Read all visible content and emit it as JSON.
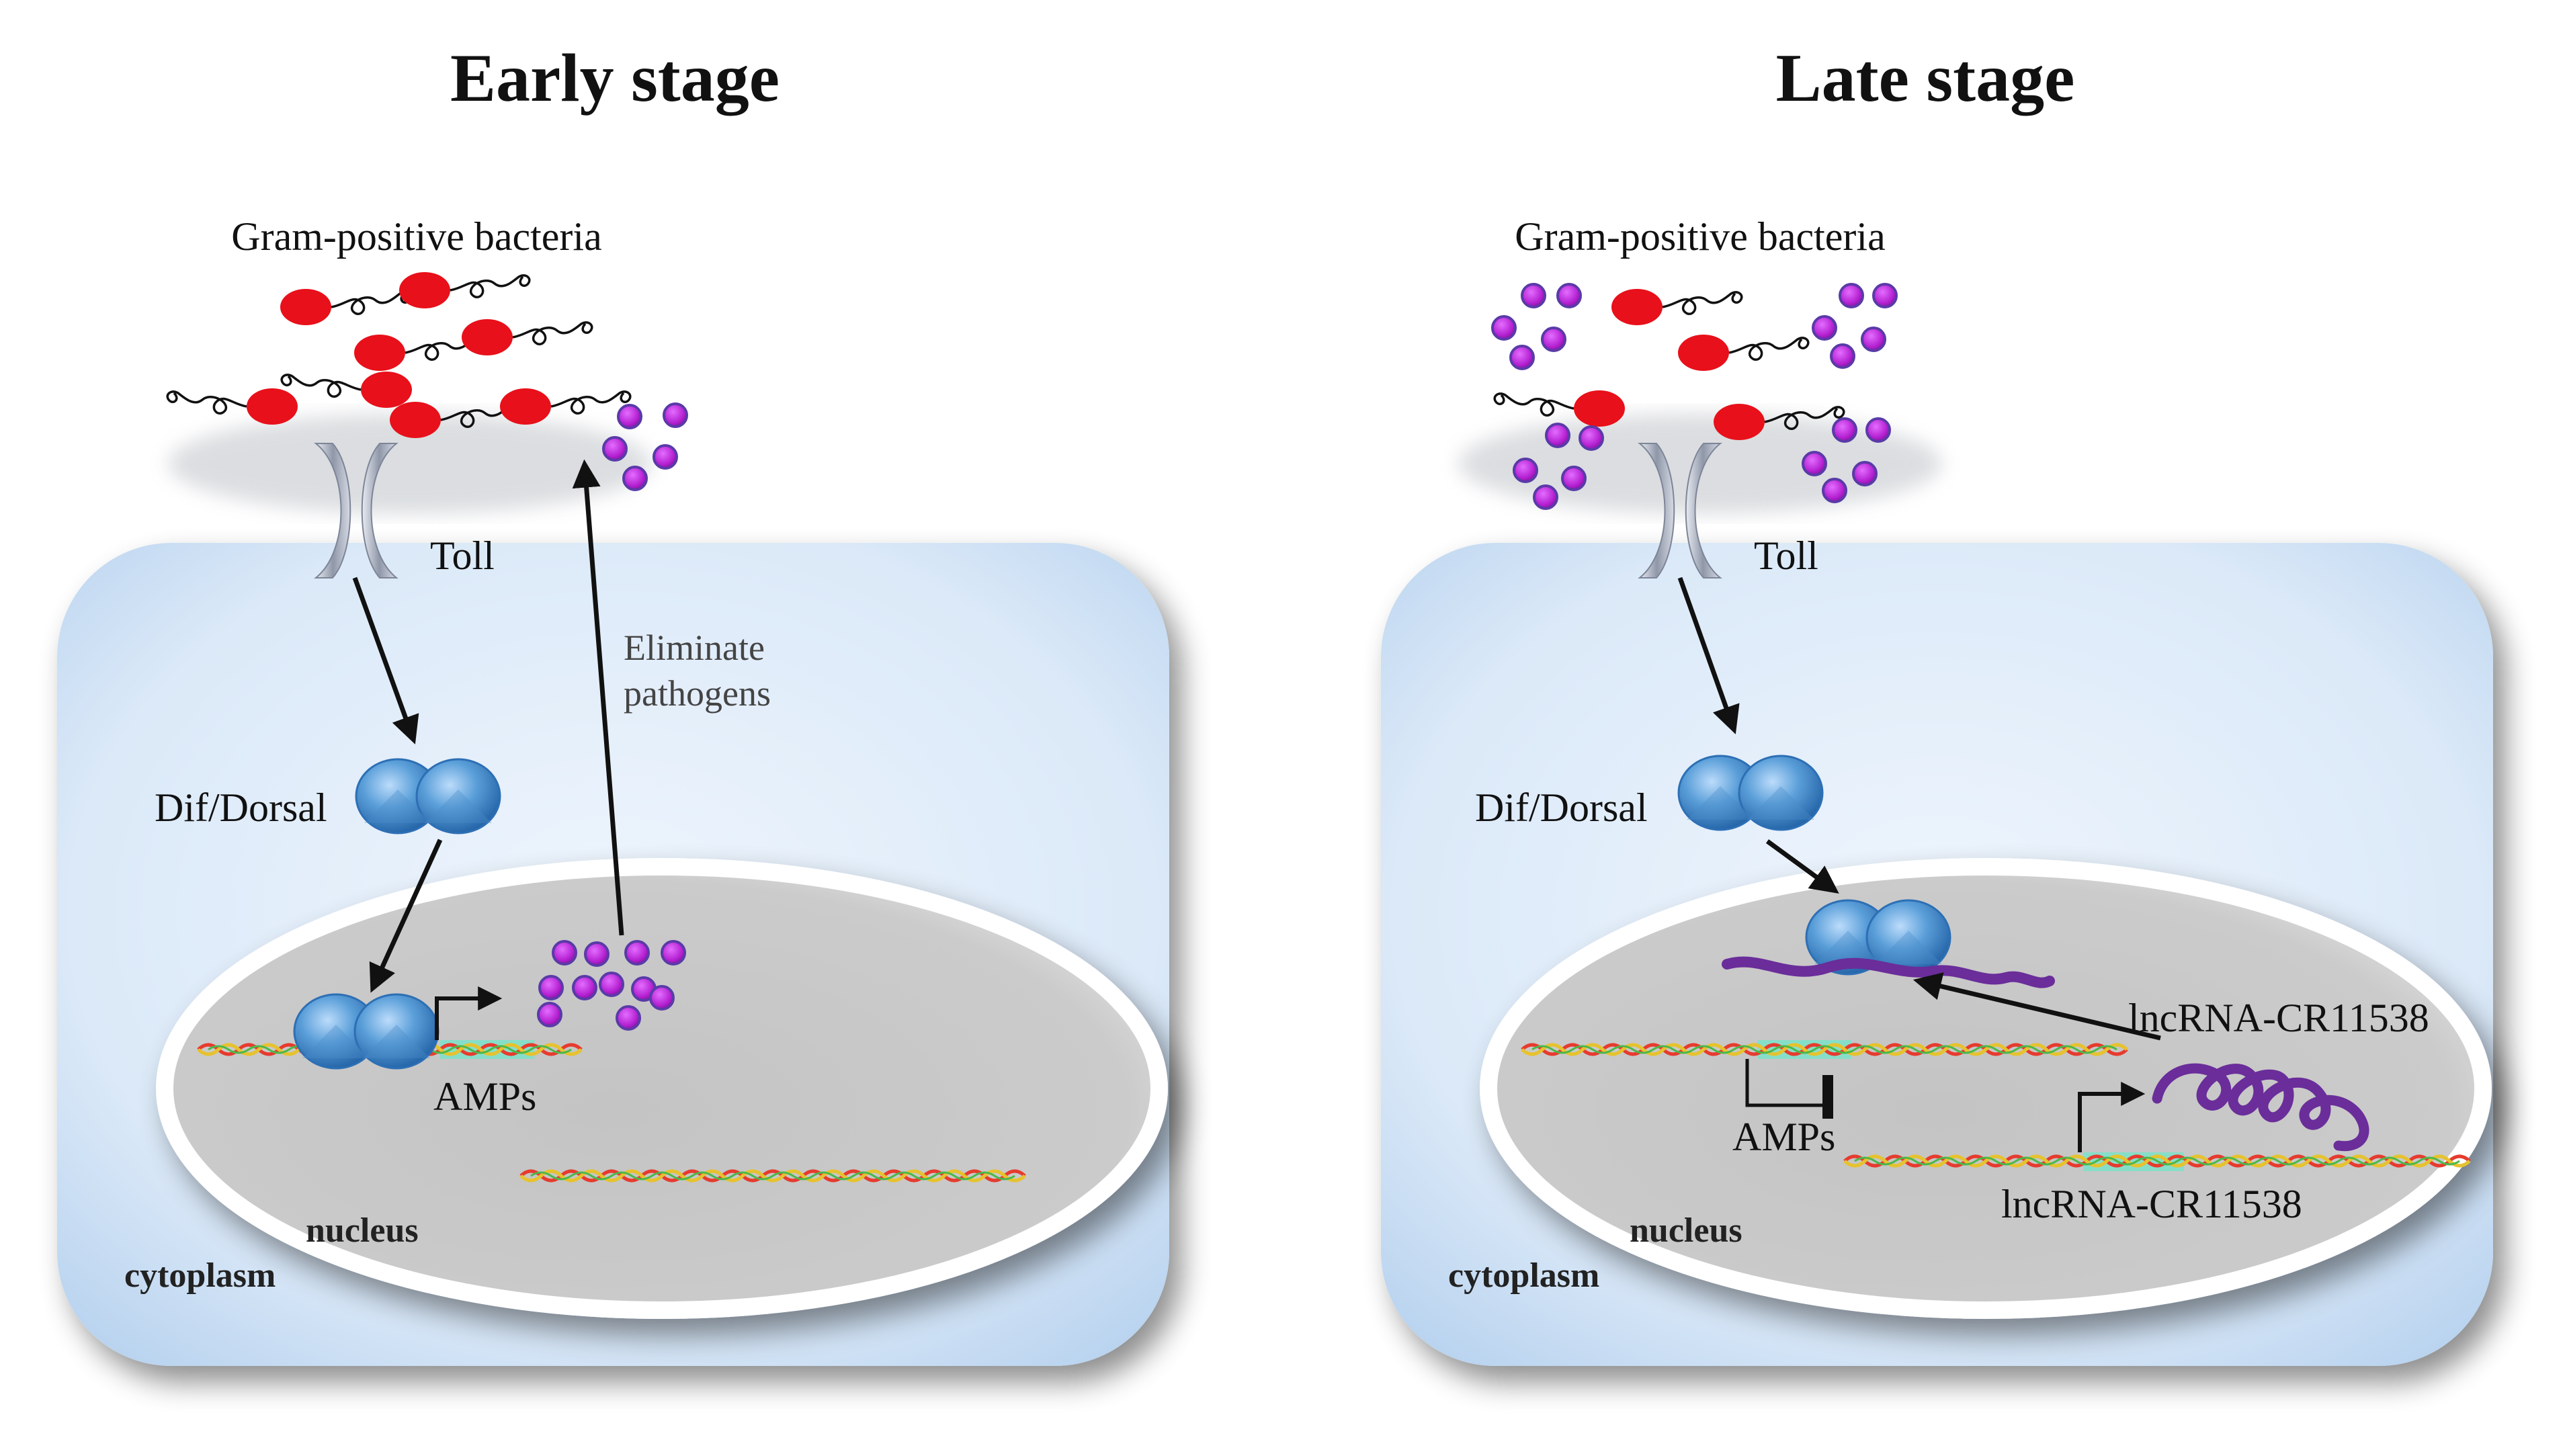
{
  "panels": [
    {
      "id": "early",
      "title": "Early stage",
      "bacteria_label": "Gram-positive bacteria",
      "receptor_label": "Toll",
      "factor_label": "Dif/Dorsal",
      "eliminate_label_line1": "Eliminate",
      "eliminate_label_line2": "pathogens",
      "gene_label": "AMPs",
      "nucleus_label": "nucleus",
      "cytoplasm_label": "cytoplasm"
    },
    {
      "id": "late",
      "title": "Late stage",
      "bacteria_label": "Gram-positive bacteria",
      "receptor_label": "Toll",
      "factor_label": "Dif/Dorsal",
      "lncrna_label": "lncRNA-CR11538",
      "gene_label": "AMPs",
      "lncrna_gene_label": "lncRNA-CR11538",
      "nucleus_label": "nucleus",
      "cytoplasm_label": "cytoplasm"
    }
  ],
  "colors": {
    "bacteria": "#e8101a",
    "amp_particle": "#b31fd0",
    "amp_particle_rim": "#5a3aa8",
    "dif_dorsal": "#5b9fd9",
    "lncrna": "#6a2d9a",
    "cell": "#d7e8f8",
    "nucleus": "#c8c8c8",
    "gene_highlight": "#7fe0c8"
  },
  "icons": [
    "toll-receptor-icon",
    "dif-dorsal-dimer-icon",
    "bacterium-icon",
    "dna-helix-icon",
    "amp-particle-icon",
    "lncrna-coil-icon"
  ]
}
